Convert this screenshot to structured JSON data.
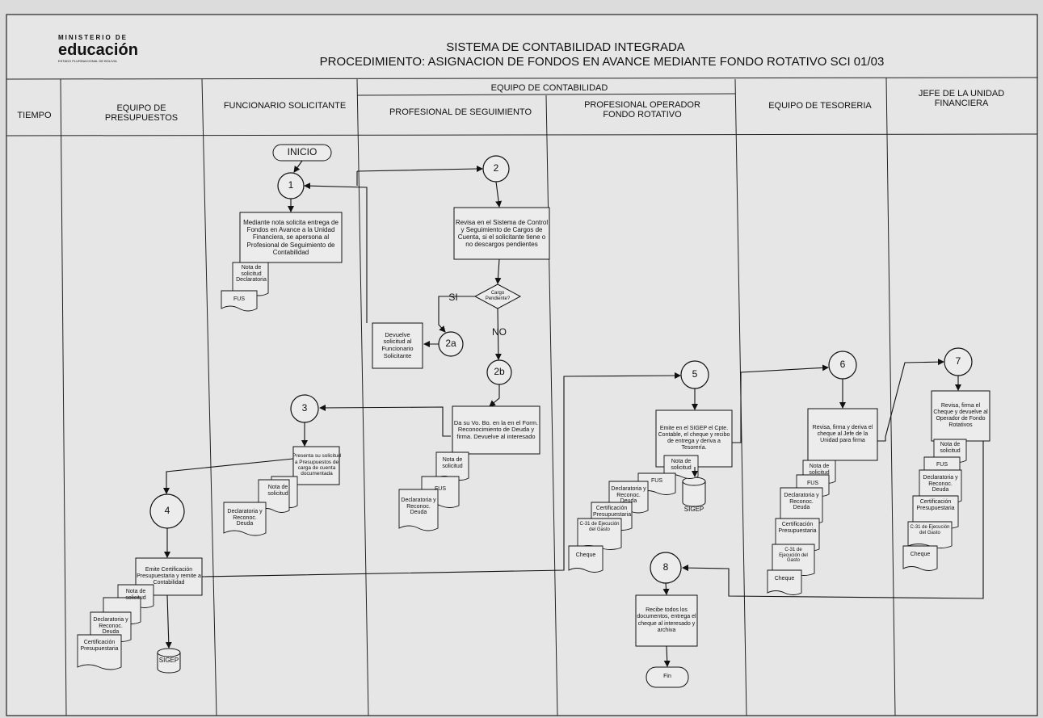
{
  "logo": {
    "line1": "MINISTERIO DE",
    "line2": "educación",
    "line3": "ESTADO PLURINACIONAL DE BOLIVIA"
  },
  "title": {
    "line1": "SISTEMA DE CONTABILIDAD INTEGRADA",
    "line2": "PROCEDIMIENTO: ASIGNACION DE FONDOS EN AVANCE MEDIANTE FONDO ROTATIVO  SCI 01/03"
  },
  "columns": {
    "group": "EQUIPO DE CONTABILIDAD",
    "tiempo": "TIEMPO",
    "presupuestos": "EQUIPO DE PRESUPUESTOS",
    "solicitante": "FUNCIONARIO SOLICITANTE",
    "seguimiento": "PROFESIONAL DE SEGUIMIENTO",
    "operador": "PROFESIONAL OPERADOR FONDO ROTATIVO",
    "tesoreria": "EQUIPO DE TESORERIA",
    "jefe": "JEFE DE LA UNIDAD FINANCIERA"
  },
  "start": "INICIO",
  "end": "Fin",
  "nodes": {
    "n1": "1",
    "n2": "2",
    "n2a": "2a",
    "n2b": "2b",
    "n3": "3",
    "n4": "4",
    "n5": "5",
    "n6": "6",
    "n7": "7",
    "n8": "8"
  },
  "decision": {
    "label": "Cargo Pendiente?",
    "yes": "SI",
    "no": "NO"
  },
  "process": {
    "p1": "Mediante nota solicita entrega de Fondos en Avance a la Unidad Financiera, se apersona al Profesional de Seguimiento de Contabilidad",
    "p2": "Revisa en el Sistema de Control y Seguimiento de Cargos de Cuenta, si el solicitante tiene o no descargos pendientes",
    "p2a": "Devuelve solicitud al Funcionario Solicitante",
    "p2b": "Da su Vo. Bo. en la  en el Form. Reconocimiento de Deuda y firma. Devuelve al interesado",
    "p3": "Presenta su solicitud a Presupuestos de carga de cuenta documentada",
    "p4": "Emite Certificación Presupuestaria y remite a Contabilidad",
    "p5": "Emite en el SIGEP  el Cpte. Contable, el cheque y recibo de entrega y deriva a Tesorería.",
    "p6": "Revisa,  firma y deriva el cheque al Jefe de la Unidad para firma",
    "p7": "Revisa, firma el Cheque y devuelve al Operador de Fondo Rotativos",
    "p8": "Recibe todos los documentos, entrega el cheque al interesado y archiva"
  },
  "documents": {
    "nota_decl": "Nota de solicitud Declaratoria",
    "nota": "Nota de solicitud",
    "fus": "FUS",
    "declaratoria": "Declaratoria y Reconoc. Deuda",
    "certificacion": "Certificación Presupuestaria",
    "c31": "C-31 de Ejecución del Gasto",
    "cheque": "Cheque",
    "sigep": "SIGEP"
  }
}
